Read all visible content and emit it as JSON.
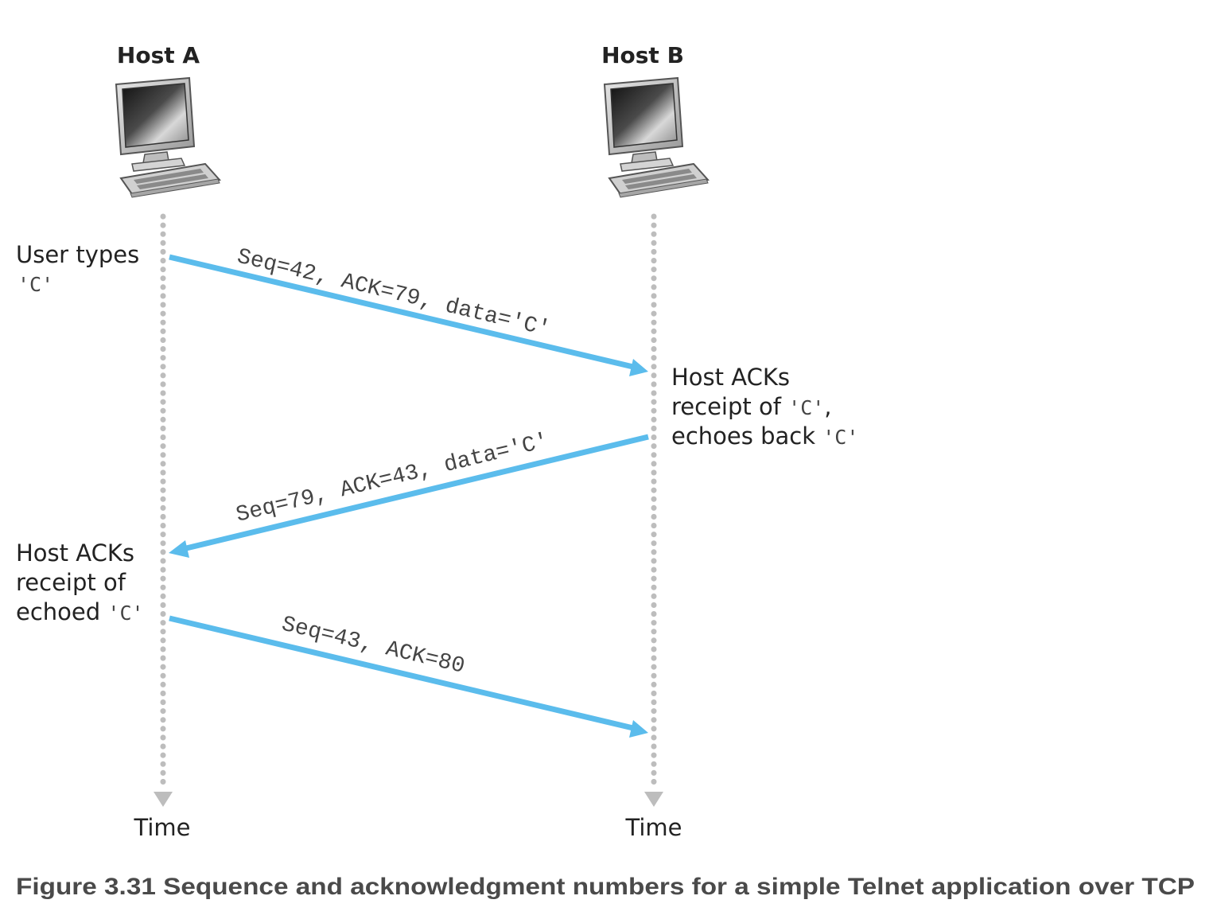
{
  "hosts": {
    "a": {
      "title": "Host A",
      "time_label": "Time"
    },
    "b": {
      "title": "Host B",
      "time_label": "Time"
    }
  },
  "notes": {
    "user_types": {
      "line1": "User types",
      "line2_code": "'C'"
    },
    "host_b_ack": {
      "line1": "Host ACKs",
      "line2_text": "receipt of ",
      "line2_code": "'C'",
      "line2_suffix": ",",
      "line3_text": "echoes back ",
      "line3_code": "'C'"
    },
    "host_a_ack": {
      "line1": "Host ACKs",
      "line2": "receipt of",
      "line3_text": "echoed ",
      "line3_code": "'C'"
    }
  },
  "messages": [
    {
      "label": "Seq=42, ACK=79, data='C'"
    },
    {
      "label": "Seq=79, ACK=43, data='C'"
    },
    {
      "label": "Seq=43, ACK=80"
    }
  ],
  "caption": "Figure 3.31 Sequence and acknowledgment numbers for a simple Telnet application over TCP",
  "colors": {
    "arrow": "#5bbcec",
    "timeline": "#bdbdbd",
    "text": "#222222",
    "caption": "#4a4a4a"
  },
  "icons": {
    "host": "desktop-computer-icon"
  }
}
